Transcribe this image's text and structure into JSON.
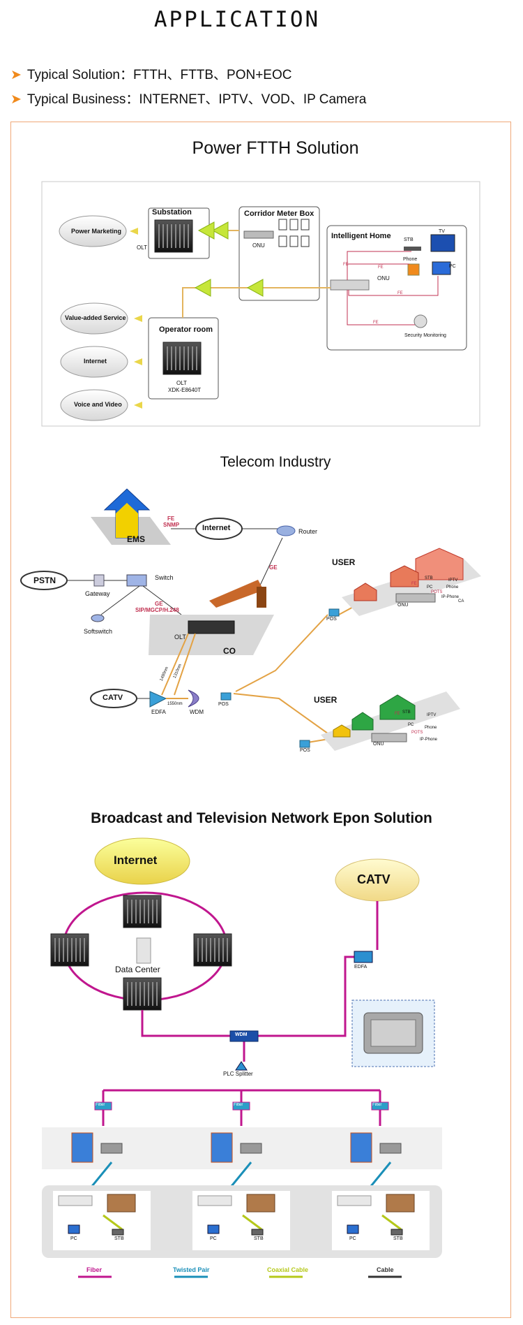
{
  "header": {
    "title": "APPLICATION",
    "bullets": [
      "Typical Solution：FTTH、FTTB、PON+EOC",
      "Typical Business：INTERNET、IPTV、VOD、IP Camera"
    ]
  },
  "power_ftth": {
    "title": "Power FTTH Solution",
    "clouds": [
      "Power Marketing",
      "Value-added Service",
      "Internet",
      "Voice and Video"
    ],
    "substation": "Substation",
    "olt": "OLT",
    "corridor": "Corridor Meter Box",
    "onu": "ONU",
    "operator_room": "Operator room",
    "olt_model": "XDK-E8640T",
    "home": "Intelligent Home",
    "stb": "STB",
    "tv": "TV",
    "phone": "Phone",
    "pc": "PC",
    "fe": "FE",
    "security": "Security Monitoring"
  },
  "telecom": {
    "title": "Telecom Industry",
    "ems": "EMS",
    "fe_snmp": [
      "FE",
      "SNMP"
    ],
    "internet": "Internet",
    "router": "Router",
    "ge": "GE",
    "pstn": "PSTN",
    "gateway": "Gateway",
    "switch": "Switch",
    "softswitch": "Softswitch",
    "ge_sip": [
      "GE",
      "SIP/MGCP/H.248"
    ],
    "olt": "OLT",
    "co": "CO",
    "user": "USER",
    "pos": "POS",
    "catv": "CATV",
    "edfa": "EDFA",
    "wdm": "WDM",
    "w1490": "1490nm",
    "w1310": "1310nm",
    "w1550": "1550nm",
    "onu": "ONU",
    "iptv": "IPTV",
    "phone": "Phone",
    "pots": "POTS",
    "ipphone": "IP-Phone",
    "ca": "CA",
    "fe": "FE",
    "stb": "STB",
    "pc": "PC"
  },
  "broadcast": {
    "title": "Broadcast and Television Network Epon Solution",
    "internet": "Internet",
    "catv": "CATV",
    "data_center": "Data Center",
    "edfa": "EDFA",
    "wdm": "WDM",
    "plc": "PLC Splitter",
    "filter": "Filter",
    "pc": "PC",
    "stb": "STB",
    "legend": [
      {
        "label": "Fiber",
        "color": "#c0168e"
      },
      {
        "label": "Twisted Pair",
        "color": "#1a8fb8"
      },
      {
        "label": "Coaxial Cable",
        "color": "#b5c81a"
      },
      {
        "label": "Cable",
        "color": "#333333"
      }
    ]
  }
}
